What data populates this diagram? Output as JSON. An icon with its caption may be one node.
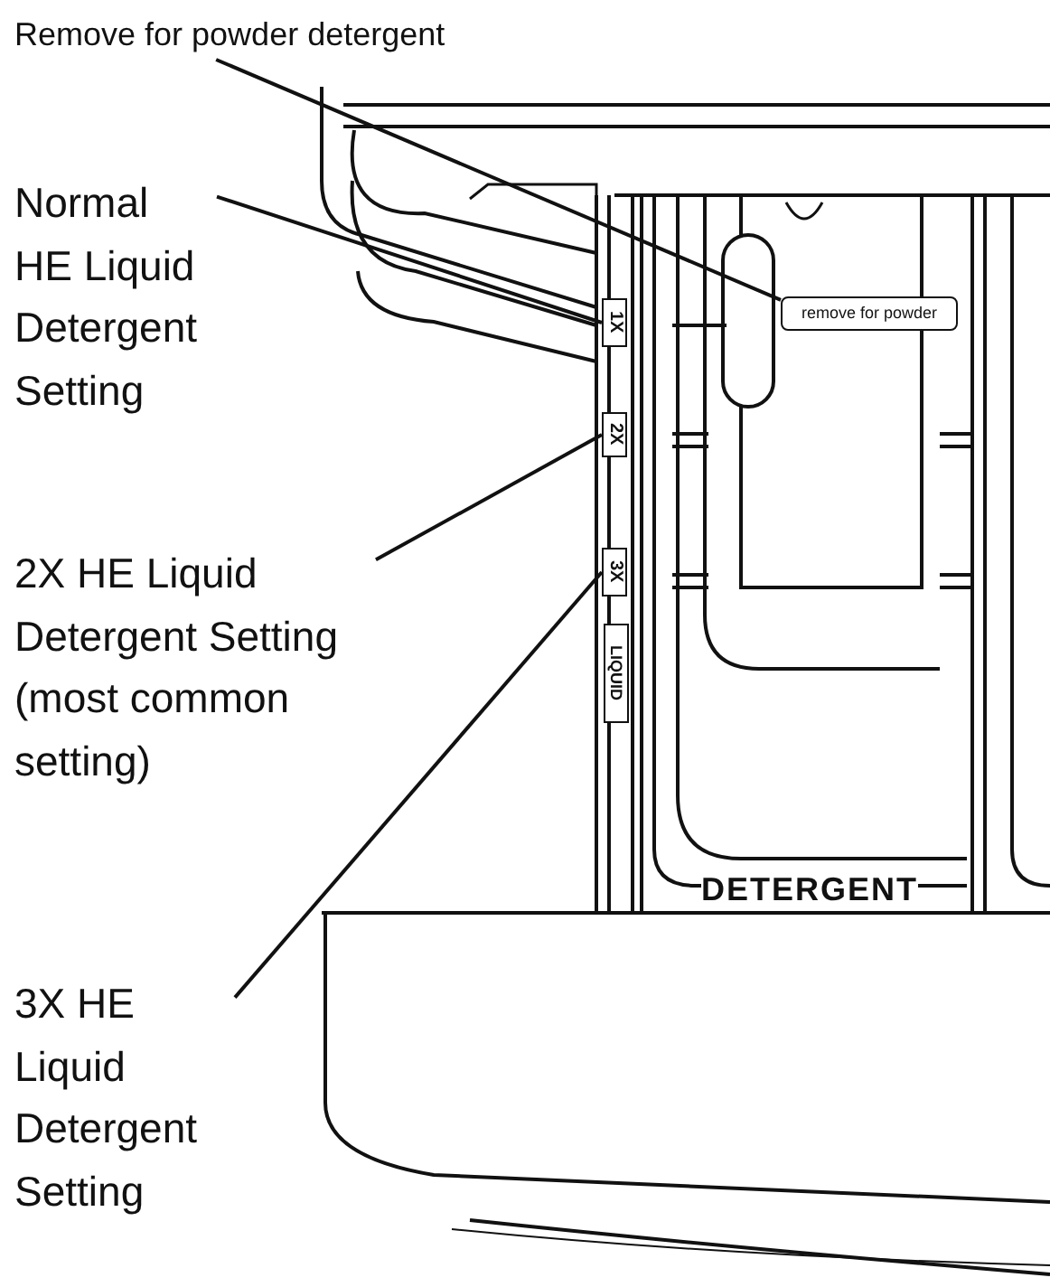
{
  "diagram": {
    "nodes": [
      {
        "text": [
          "Remove for powder detergent"
        ]
      },
      {
        "text": [
          "remove for powder"
        ]
      },
      {
        "text": [
          "Normal HE Liquid Detergent Setting"
        ]
      },
      {
        "text": [
          "1X"
        ]
      },
      {
        "text": [
          "2X HE Liquid Detergent Setting (most common setting)"
        ]
      },
      {
        "text": [
          "2X"
        ]
      },
      {
        "text": [
          "3X HE Liquid Detergent Setting"
        ]
      },
      {
        "text": [
          "3X"
        ]
      }
    ],
    "edges": [
      {
        "from": 0,
        "to": 1,
        "arrow": "none"
      },
      {
        "from": 2,
        "to": 3,
        "arrow": "none"
      },
      {
        "from": 4,
        "to": 5,
        "arrow": "none"
      },
      {
        "from": 6,
        "to": 7,
        "arrow": "none"
      }
    ],
    "labels": [
      "LIQUID",
      "DETERGENT"
    ]
  }
}
